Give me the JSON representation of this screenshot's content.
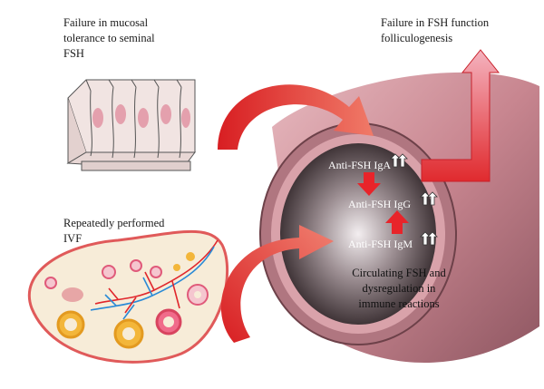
{
  "labels": {
    "mucosal": "Failure in mucosal\ntolerance to seminal\nFSH",
    "ivf": "Repeatedly performed\nIVF",
    "fsh_function": "Failure in FSH function\nfolliculogenesis",
    "circulating": "Circulating FSH and\ndysregulation in\nimmune reactions"
  },
  "antibodies": [
    {
      "label": "Anti-FSH IgA"
    },
    {
      "label": "Anti-FSH IgG"
    },
    {
      "label": "Anti-FSH IgM"
    }
  ],
  "colors": {
    "arrow_red": "#e8242a",
    "arrow_salmon": "#f07a68",
    "arrow_pink": "#ec8fa0",
    "vessel_outer": "#c98690",
    "vessel_dark": "#3a2b2e"
  }
}
